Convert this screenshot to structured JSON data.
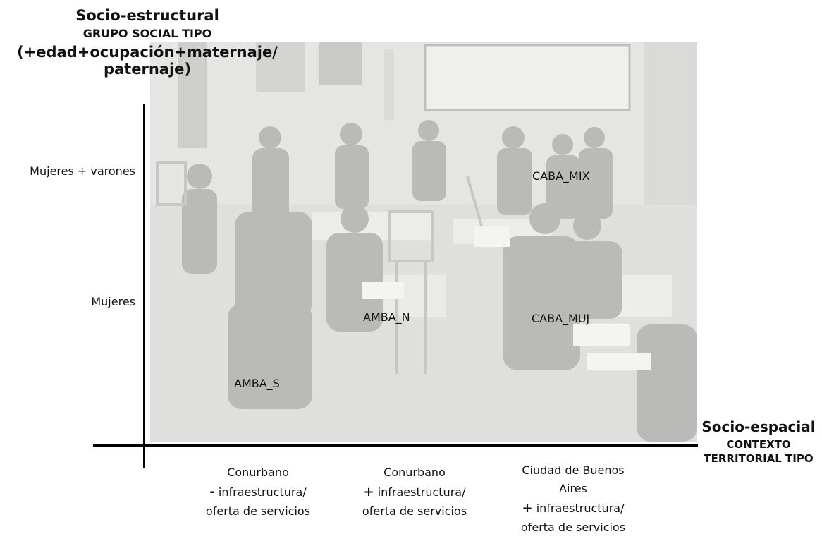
{
  "y_axis": {
    "title_line1": "Socio-estructural",
    "title_line2": "GRUPO SOCIAL TIPO",
    "title_line3": "(+edad+ocupación+maternaje/ paternaje)",
    "categories": [
      "Mujeres + varones",
      "Mujeres"
    ]
  },
  "x_axis": {
    "title_line1": "Socio-espacial",
    "title_line2": "CONTEXTO TERRITORIAL TIPO",
    "categories": [
      {
        "line1": "Conurbano",
        "sign": "-",
        "line2": "infraestructura/",
        "line3": "oferta de servicios"
      },
      {
        "line1": "Conurbano",
        "sign": "+",
        "line2": "infraestructura/",
        "line3": "oferta de servicios"
      },
      {
        "line1": "Ciudad de Buenos Aires",
        "sign": "+",
        "line2": "infraestructura/",
        "line3": "oferta de servicios"
      }
    ]
  },
  "groups": {
    "caba_mix": "CABA_MIX",
    "amba_n": "AMBA_N",
    "caba_muj": "CABA_MUJ",
    "amba_s": "AMBA_S"
  }
}
